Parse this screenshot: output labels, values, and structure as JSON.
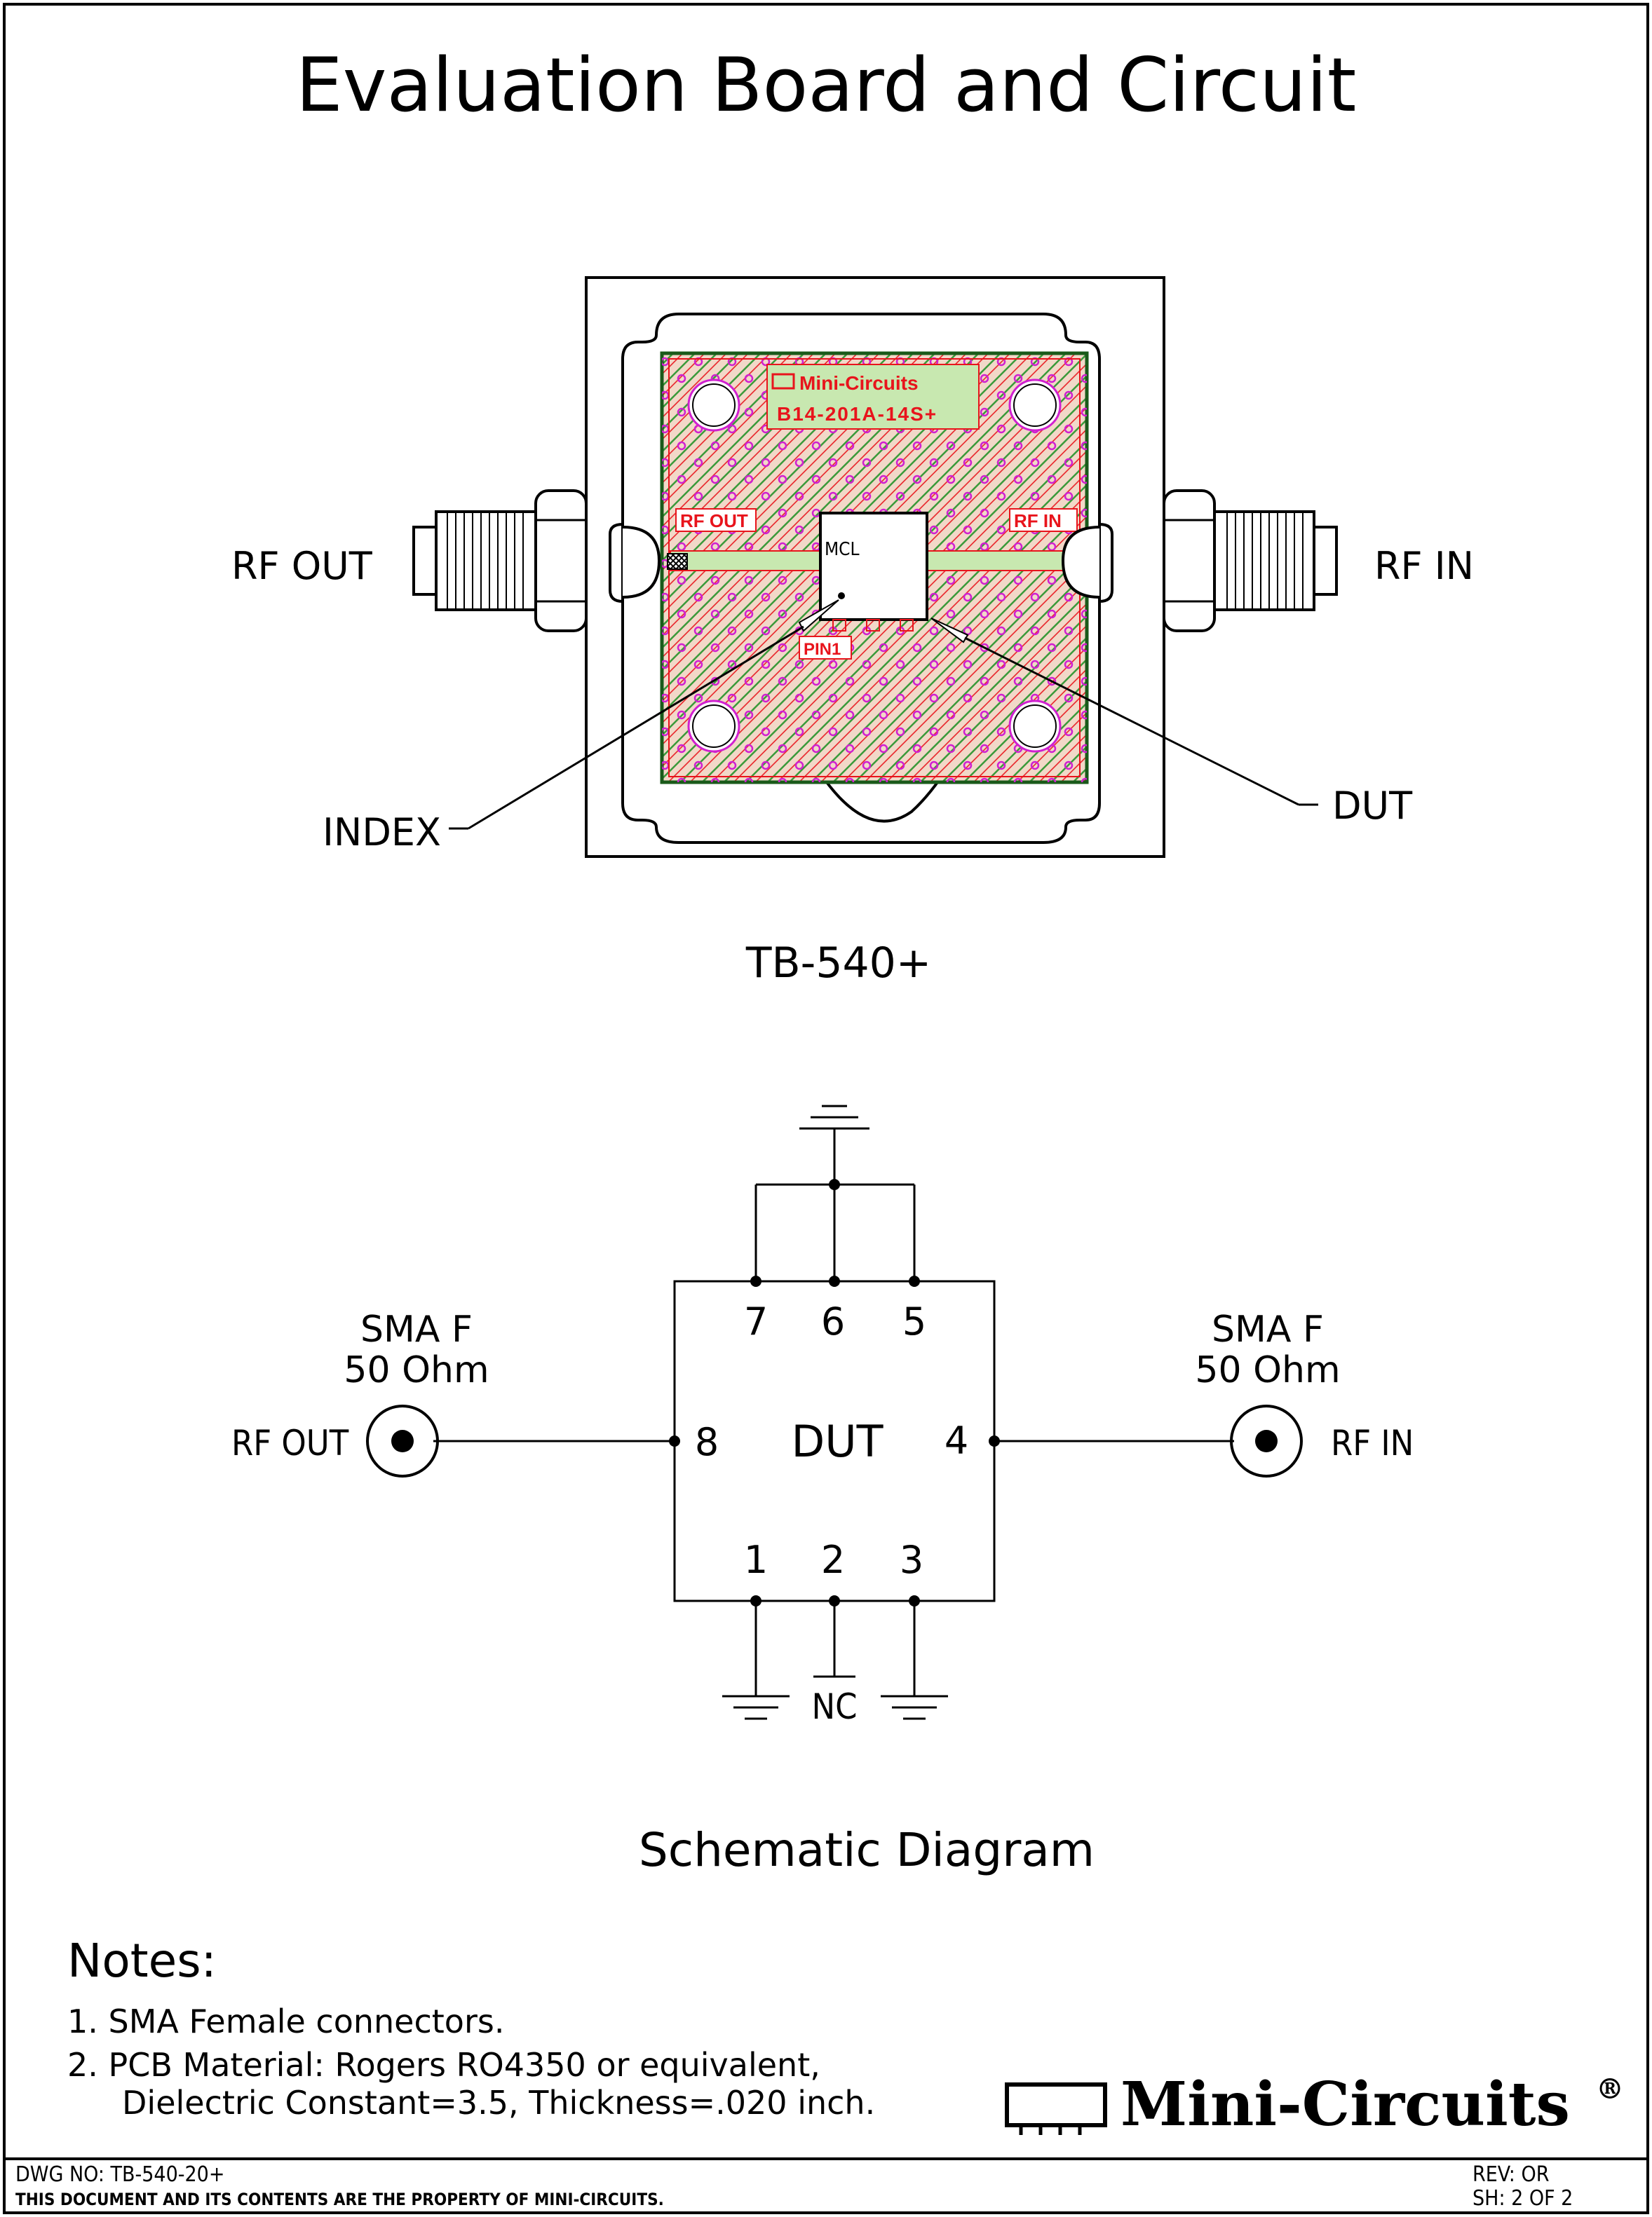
{
  "title": "Evaluation Board and Circuit",
  "board": {
    "label_rf_out": "RF OUT",
    "label_rf_in": "RF IN",
    "label_index": "INDEX",
    "label_dut": "DUT",
    "pcb_logo": "Mini-Circuits",
    "pcb_part": "B14-201A-14S+",
    "pcb_rf_out": "RF OUT",
    "pcb_rf_in": "RF IN",
    "chip_mark": "MCL",
    "pin1": "PIN1",
    "caption": "TB-540+",
    "colors": {
      "hatch_green": "#3a9a3a",
      "trace_red": "#e8141c",
      "via_magenta": "#d020d0"
    }
  },
  "schematic": {
    "left_conn_type": "SMA F",
    "left_conn_imp": "50 Ohm",
    "right_conn_type": "SMA F",
    "right_conn_imp": "50 Ohm",
    "rf_out": "RF OUT",
    "rf_in": "RF IN",
    "dut": "DUT",
    "pins": {
      "p1": "1",
      "p2": "2",
      "p3": "3",
      "p4": "4",
      "p5": "5",
      "p6": "6",
      "p7": "7",
      "p8": "8"
    },
    "nc": "NC",
    "caption": "Schematic Diagram"
  },
  "notes": {
    "heading": "Notes:",
    "n1": "1. SMA Female connectors.",
    "n2a": "2. PCB Material: Rogers RO4350 or equivalent,",
    "n2b": "Dielectric Constant=3.5, Thickness=.020 inch."
  },
  "logo": {
    "text": "Mini-Circuits",
    "reg": "®"
  },
  "titleblock": {
    "dwg_no": "DWG NO: TB-540-20+",
    "property": "THIS DOCUMENT AND ITS CONTENTS ARE THE PROPERTY OF MINI-CIRCUITS.",
    "rev": "REV: OR",
    "sheet": "SH: 2  OF  2"
  }
}
